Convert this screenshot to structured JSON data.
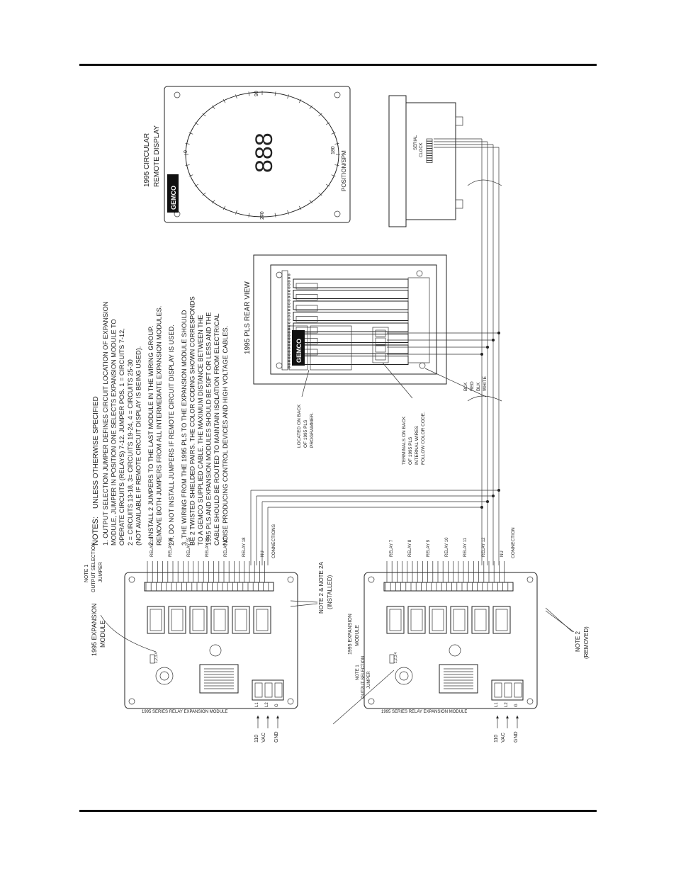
{
  "notes": {
    "heading": "NOTES:",
    "heading_suffix": "UNLESS OTHERWISE SPECIFIED",
    "lines": [
      "1.  OUTPUT SELECTION JUMPER DEFINES CIRCUIT LOCATION OF EXPANSION",
      "     MODULE, JUMPER IN POSITION ONE SELECTS EXPANSION MODULE TO",
      "     OPERATE CIRCUITS (RELAYS) 7-12. JUMPER POS. 1 = CIRCUITS 7-12,",
      "     2 = CIRCUITS 13-18, 3= CIRCUITS 19-24, 4 = CIRCUITS 25-30",
      "     (NOT AVAILABLE IF REMOTE CIRCUIT DISPLAY IS BEING USED).",
      "2.  INSTALL 2 JUMPERS TO THE LAST MODULE IN THE WIRING GROUP.",
      "     REMOVE BOTH JUMPERS FROM ALL INTERMEDIATE EXPANSION MODULES.",
      "2A.  DO NOT INSTALL JUMPERS IF REMOTE CIRCUIT DISPLAY IS USED.",
      "3.  THE WIRING FROM THE 1995 PLS TO THE EXPANSION MODULE SHOULD",
      "     BE 2 TWISTED SHIELDED PAIRS. THE COLOR CODING SHOWN CORRESPONDS",
      "     TO A GEMCO SUPPLIED CABLE. THE MAXIMUM DISTANCE BETWEEN THE",
      "     1995 PLS AND EXPANSION MODULES SHOULD BE 50FT OR LESS AND THE",
      "     CABLE SHOULD BE ROUTED TO MAINTAIN ISOLATION FROM ELECTRICAL",
      "     NOISE PRODUCING CONTROL DEVICES AND HIGH VOLTAGE CABLES."
    ]
  },
  "remote_display": {
    "title_line1": "1995 CIRCULAR",
    "title_line2": "REMOTE DISPLAY",
    "brand": "GEMCO",
    "digits": "888",
    "scale_0": "0",
    "scale_90": "90",
    "scale_180": "180",
    "scale_270": "270",
    "mode_label": "POSITION/SPM",
    "serial": "SERIAL",
    "clock": "CLOCK"
  },
  "pls": {
    "title": "1995 PLS REAR VIEW",
    "brand": "GEMCO",
    "callout_back": [
      "LOCATED ON BACK",
      "OF 1995 PLS",
      "PROGRAMMER."
    ],
    "callout_term": [
      "TERMINALS ON BACK",
      "OF 1995 PLS",
      "INTERNAL WIRES",
      "FOLLOW COLOR CODE."
    ],
    "wires": [
      "BLK",
      "RED",
      "BLK",
      "WHITE"
    ]
  },
  "module_top": {
    "title_line1": "1995 EXPANSION",
    "title_line2": "MODULE",
    "note1_line1": "NOTE 1",
    "note1_line2": "OUTPUT SELECTION",
    "note1_line3": "JUMPER",
    "relays": [
      "RELAY 13",
      "RELAY 14",
      "RELAY 15",
      "RELAY 16",
      "RELAY 17",
      "RELAY 18"
    ],
    "nu": "NU",
    "connections": "CONNECTIONS",
    "note2_line1": "NOTE 2 & NOTE 2A",
    "note2_line2": "(INSTALLED)",
    "series": "1995 SERIES RELAY EXPANSION MODULE",
    "power_l1": "L1",
    "power_l2": "L2",
    "power_g": "G",
    "vac_110": "110",
    "vac": "VAC",
    "gnd": "GND",
    "jumper": "1,2,3,4"
  },
  "module_bot": {
    "title_line1": "1995 EXPANSION",
    "title_line2": "MODULE",
    "note1_line1": "NOTE 1",
    "note1_line2": "OUTPUT SELECTION",
    "note1_line3": "JUMPER",
    "relays": [
      "RELAY 7",
      "RELAY 8",
      "RELAY 9",
      "RELAY 10",
      "RELAY 11",
      "RELAY 12"
    ],
    "nu": "NU",
    "connections": "CONNECTION",
    "note2_line1": "NOTE 2",
    "note2_line2": "(REMOVED)",
    "series": "1995 SERIES RELAY EXPANSION MODULE",
    "power_l1": "L1",
    "power_l2": "L2",
    "power_g": "G",
    "vac_110": "110",
    "vac": "VAC",
    "gnd": "GND",
    "jumper": "1,2,3,4"
  }
}
